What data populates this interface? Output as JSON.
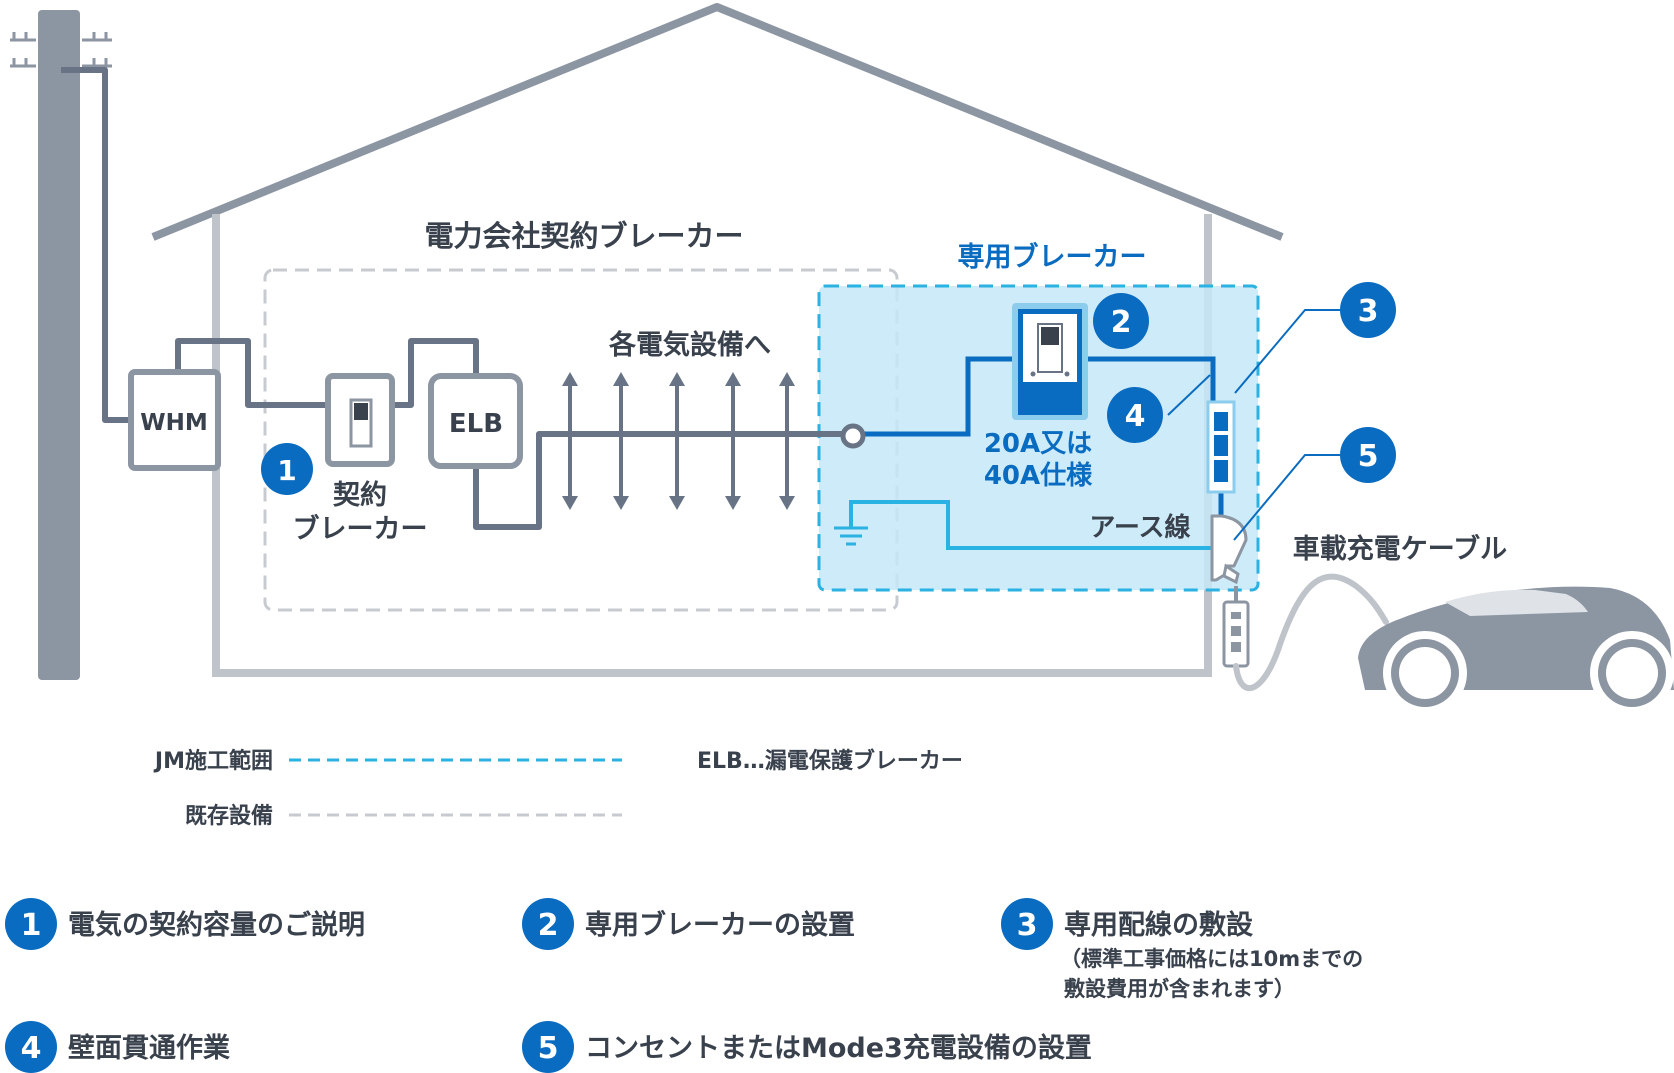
{
  "labels": {
    "company_breaker": "電力会社契約ブレーカー",
    "dedicated_breaker": "専用ブレーカー",
    "to_each_equipment": "各電気設備へ",
    "whm": "WHM",
    "elb": "ELB",
    "contract_breaker_line1": "契約",
    "contract_breaker_line2": "ブレーカー",
    "spec_line1": "20A又は",
    "spec_line2": "40A仕様",
    "earth_wire": "アース線",
    "ev_cable": "車載充電ケーブル"
  },
  "badges": [
    "1",
    "2",
    "3",
    "4",
    "5"
  ],
  "legend": {
    "jm_scope": "JM施工範囲",
    "existing": "既存設備",
    "elb_def": "ELB…漏電保護ブレーカー"
  },
  "steps": [
    {
      "num": "1",
      "title": "電気の契約容量のご説明"
    },
    {
      "num": "2",
      "title": "専用ブレーカーの設置"
    },
    {
      "num": "3",
      "title": "専用配線の敷設",
      "note1": "（標準工事価格には10mまでの",
      "note2": "敷設費用が含まれます）"
    },
    {
      "num": "4",
      "title": "壁面貫通作業"
    },
    {
      "num": "5",
      "title": "コンセントまたはMode3充電設備の設置"
    }
  ],
  "colors": {
    "wire": "#687485",
    "house": "#bfc4ca",
    "scope_fill": "#c4e7f7",
    "scope_border": "#29b2e2",
    "badge": "#0a6cc0",
    "text_blue": "#0a6cc0",
    "pole": "#8c95a2"
  }
}
